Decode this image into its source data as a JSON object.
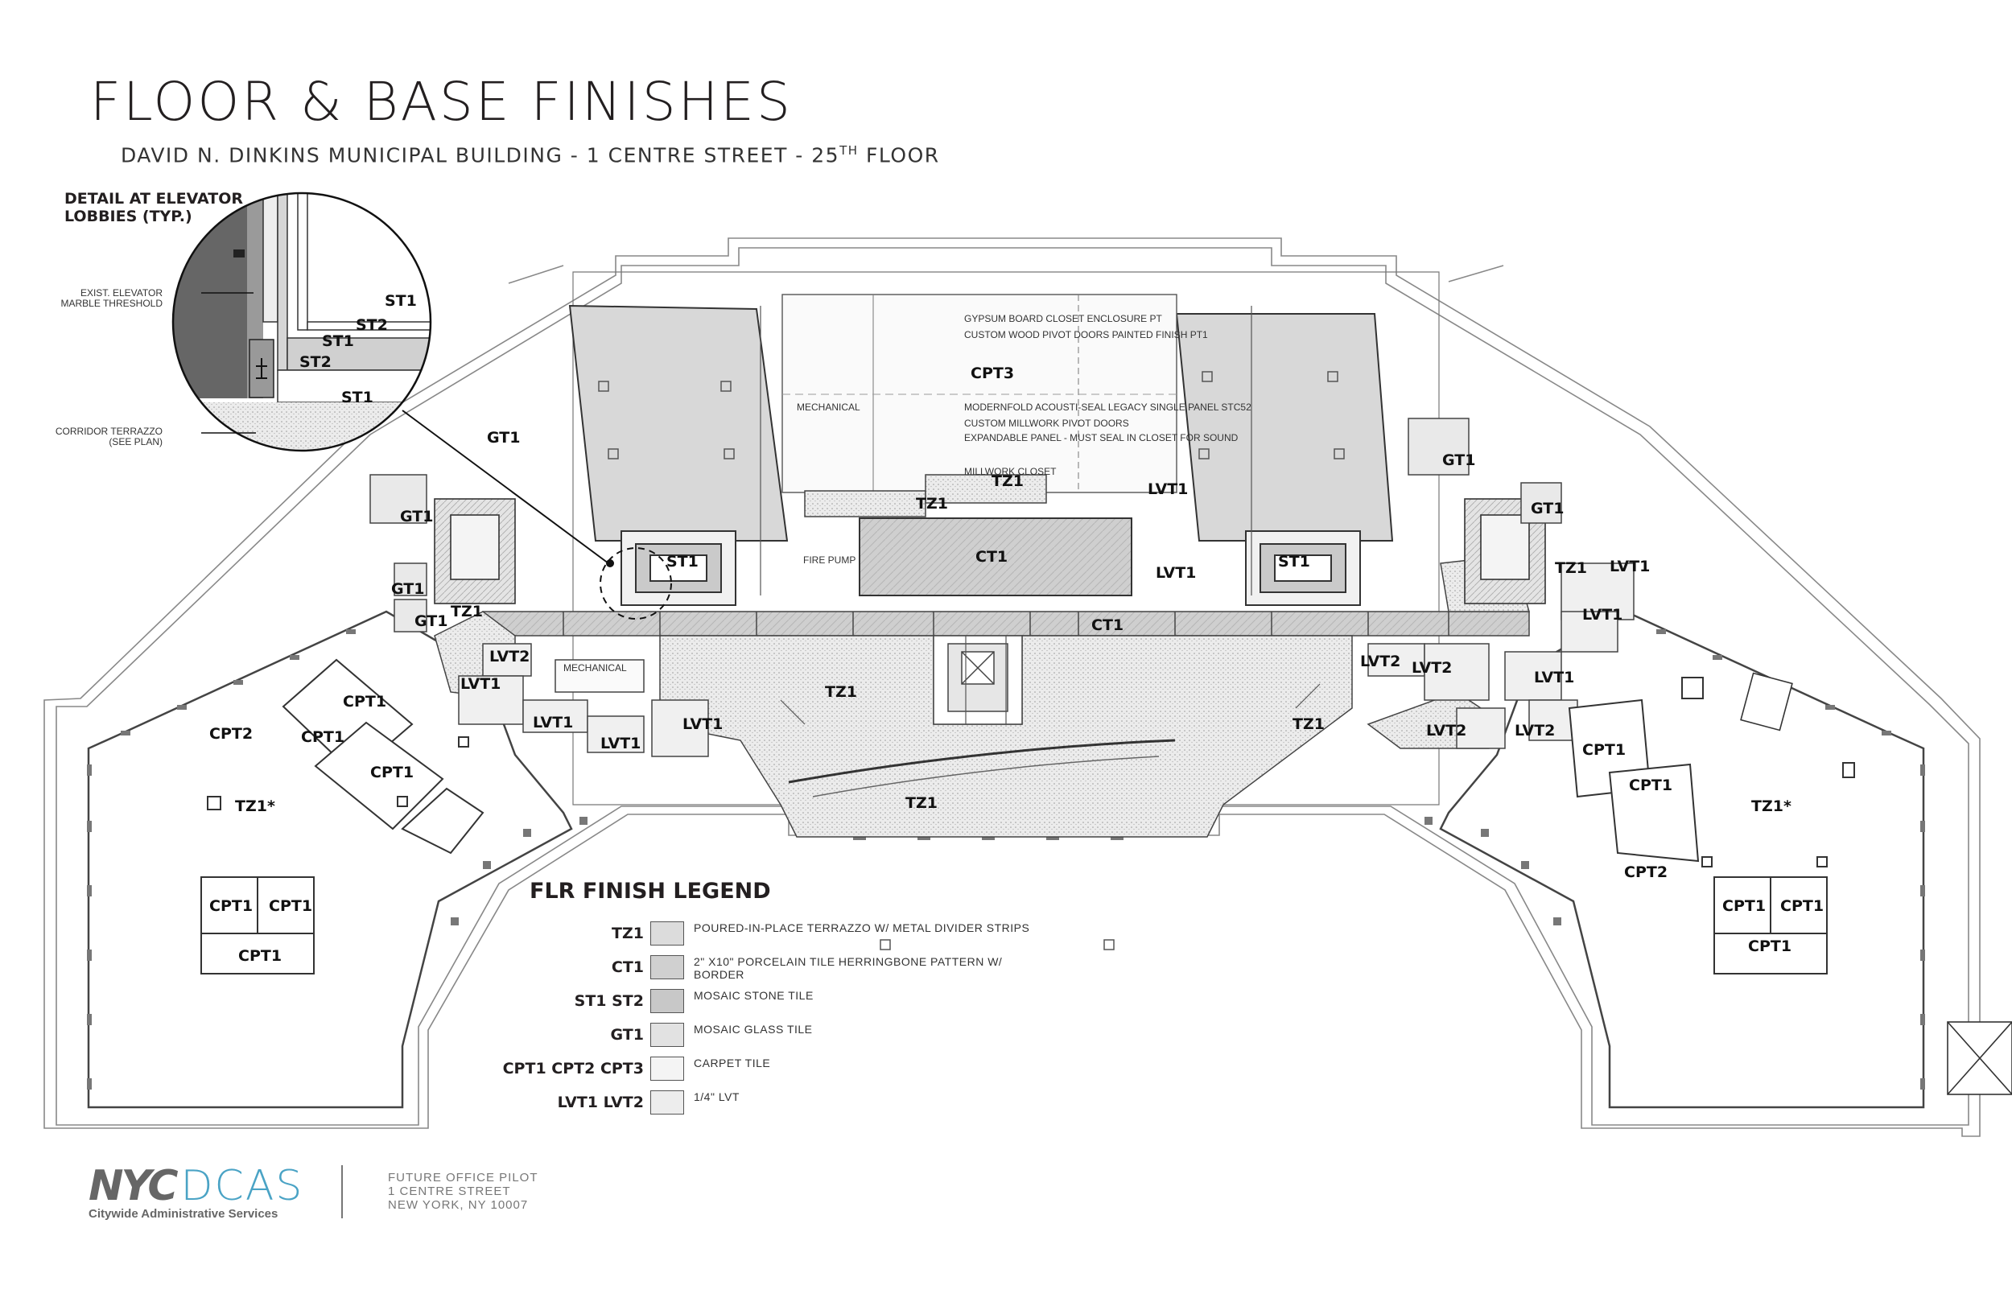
{
  "title": "FLOOR & BASE FINISHES",
  "subtitle": {
    "main": "DAVID N. DINKINS MUNICIPAL BUILDING - 1 CENTRE STREET - 25",
    "sup": "TH",
    "suffix": " FLOOR"
  },
  "detail": {
    "title": "DETAIL AT ELEVATOR LOBBIES (TYP.)",
    "callout_threshold": "EXIST. ELEVATOR MARBLE THRESHOLD",
    "callout_corridor": "CORRIDOR TERRAZZO (SEE PLAN)",
    "labels": [
      "ST1",
      "ST2",
      "ST1",
      "ST2",
      "ST1"
    ]
  },
  "plan_labels": {
    "cpt3": "CPT3",
    "ct1_center": "CT1",
    "ct1_corridor": "CT1",
    "tz1_a": "TZ1",
    "tz1_b": "TZ1",
    "tz1_main": "TZ1",
    "tz1_south": "TZ1",
    "tz1_left": "TZ1",
    "tz1_right_a": "TZ1",
    "tz1_right_b": "TZ1",
    "tz1_star_l": "TZ1*",
    "tz1_star_r": "TZ1*",
    "st1_l": "ST1",
    "st1_r": "ST1",
    "gt1_a": "GT1",
    "gt1_b": "GT1",
    "gt1_c": "GT1",
    "gt1_d": "GT1",
    "gt1_e": "GT1",
    "gt1_f": "GT1",
    "lvt1_a": "LVT1",
    "lvt1_b": "LVT1",
    "lvt1_c": "LVT1",
    "lvt1_d": "LVT1",
    "lvt1_e": "LVT1",
    "lvt1_f": "LVT1",
    "lvt1_g": "LVT1",
    "lvt1_h": "LVT1",
    "lvt1_i": "LVT1",
    "lvt2_a": "LVT2",
    "lvt2_b": "LVT2",
    "lvt2_c": "LVT2",
    "lvt2_d": "LVT2",
    "lvt2_e": "LVT2",
    "cpt1_l1": "CPT1",
    "cpt1_l2": "CPT1",
    "cpt1_l3": "CPT1",
    "cpt1_l4": "CPT1",
    "cpt1_l5": "CPT1",
    "cpt1_l6": "CPT1",
    "cpt1_r1": "CPT1",
    "cpt1_r2": "CPT1",
    "cpt1_r3": "CPT1",
    "cpt1_r4": "CPT1",
    "cpt1_r5": "CPT1",
    "cpt2_l": "CPT2",
    "cpt2_r": "CPT2",
    "mechanical_a": "MECHANICAL",
    "mechanical_b": "MECHANICAL",
    "fire_pump": "FIRE PUMP",
    "cpt3_note1": "GYPSUM BOARD CLOSET ENCLOSURE PT",
    "cpt3_note2": "CUSTOM WOOD PIVOT DOORS PAINTED FINISH PT1",
    "cpt3_note3": "MODERNFOLD ACOUSTI-SEAL LEGACY SINGLE PANEL STC52",
    "cpt3_note4": "CUSTOM MILLWORK PIVOT DOORS",
    "cpt3_note5": "EXPANDABLE PANEL - MUST SEAL IN CLOSET FOR SOUND",
    "cpt3_note6": "MILLWORK CLOSET"
  },
  "legend": {
    "title": "FLR FINISH LEGEND",
    "items": [
      {
        "code": "TZ1",
        "desc": "POURED-IN-PLACE TERRAZZO W/ METAL DIVIDER STRIPS",
        "fill": "#dcdcdc"
      },
      {
        "code": "CT1",
        "desc": "2\" X10\" PORCELAIN TILE HERRINGBONE PATTERN W/ BORDER",
        "fill": "#d0d0d0"
      },
      {
        "code": "ST1  ST2",
        "desc": "MOSAIC STONE TILE",
        "fill": "#c8c8c8"
      },
      {
        "code": "GT1",
        "desc": "MOSAIC GLASS TILE",
        "fill": "#e2e2e2"
      },
      {
        "code": "CPT1  CPT2  CPT3",
        "desc": "CARPET TILE",
        "fill": "#f4f4f4"
      },
      {
        "code": "LVT1  LVT2",
        "desc": "1/4\" LVT",
        "fill": "#ededed"
      }
    ]
  },
  "footer": {
    "logo_nyc": "NYC",
    "logo_dcas": "DCAS",
    "logo_sub": "Citywide Administrative Services",
    "addr1": "FUTURE OFFICE PILOT",
    "addr2": "1 CENTRE STREET",
    "addr3": "NEW YORK, NY 10007"
  }
}
